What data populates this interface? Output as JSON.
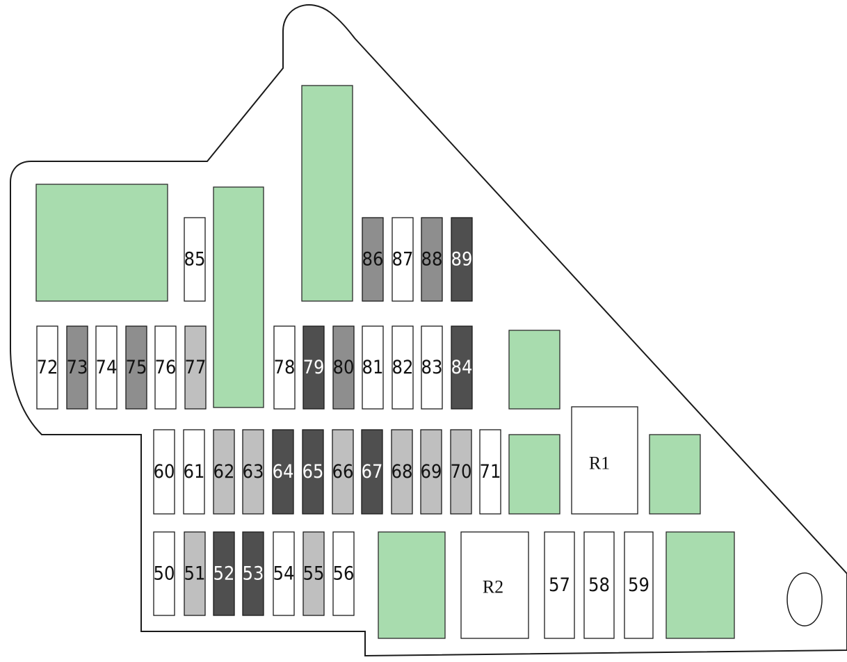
{
  "colors": {
    "outline": "#1a1a1a",
    "background": "#ffffff",
    "green_block": "#a8dcae",
    "fuse_white": "#ffffff",
    "fuse_light_gray": "#bfbfbf",
    "fuse_mid_gray": "#8e8e8e",
    "fuse_dark_gray": "#4f4f4f"
  },
  "fuses": [
    {
      "id": "85",
      "shade": "white"
    },
    {
      "id": "86",
      "shade": "mid"
    },
    {
      "id": "87",
      "shade": "white"
    },
    {
      "id": "88",
      "shade": "mid"
    },
    {
      "id": "89",
      "shade": "dark"
    },
    {
      "id": "72",
      "shade": "white"
    },
    {
      "id": "73",
      "shade": "mid"
    },
    {
      "id": "74",
      "shade": "white"
    },
    {
      "id": "75",
      "shade": "mid"
    },
    {
      "id": "76",
      "shade": "white"
    },
    {
      "id": "77",
      "shade": "light"
    },
    {
      "id": "78",
      "shade": "white"
    },
    {
      "id": "79",
      "shade": "dark"
    },
    {
      "id": "80",
      "shade": "mid"
    },
    {
      "id": "81",
      "shade": "white"
    },
    {
      "id": "82",
      "shade": "white"
    },
    {
      "id": "83",
      "shade": "white"
    },
    {
      "id": "84",
      "shade": "dark"
    },
    {
      "id": "60",
      "shade": "white"
    },
    {
      "id": "61",
      "shade": "white"
    },
    {
      "id": "62",
      "shade": "light"
    },
    {
      "id": "63",
      "shade": "light"
    },
    {
      "id": "64",
      "shade": "dark"
    },
    {
      "id": "65",
      "shade": "dark"
    },
    {
      "id": "66",
      "shade": "light"
    },
    {
      "id": "67",
      "shade": "dark"
    },
    {
      "id": "68",
      "shade": "light"
    },
    {
      "id": "69",
      "shade": "light"
    },
    {
      "id": "70",
      "shade": "light"
    },
    {
      "id": "71",
      "shade": "white"
    },
    {
      "id": "50",
      "shade": "white"
    },
    {
      "id": "51",
      "shade": "light"
    },
    {
      "id": "52",
      "shade": "dark"
    },
    {
      "id": "53",
      "shade": "dark"
    },
    {
      "id": "54",
      "shade": "white"
    },
    {
      "id": "55",
      "shade": "light"
    },
    {
      "id": "56",
      "shade": "white"
    },
    {
      "id": "57",
      "shade": "white"
    },
    {
      "id": "58",
      "shade": "white"
    },
    {
      "id": "59",
      "shade": "white"
    }
  ],
  "relays": [
    {
      "id": "R1"
    },
    {
      "id": "R2"
    }
  ]
}
